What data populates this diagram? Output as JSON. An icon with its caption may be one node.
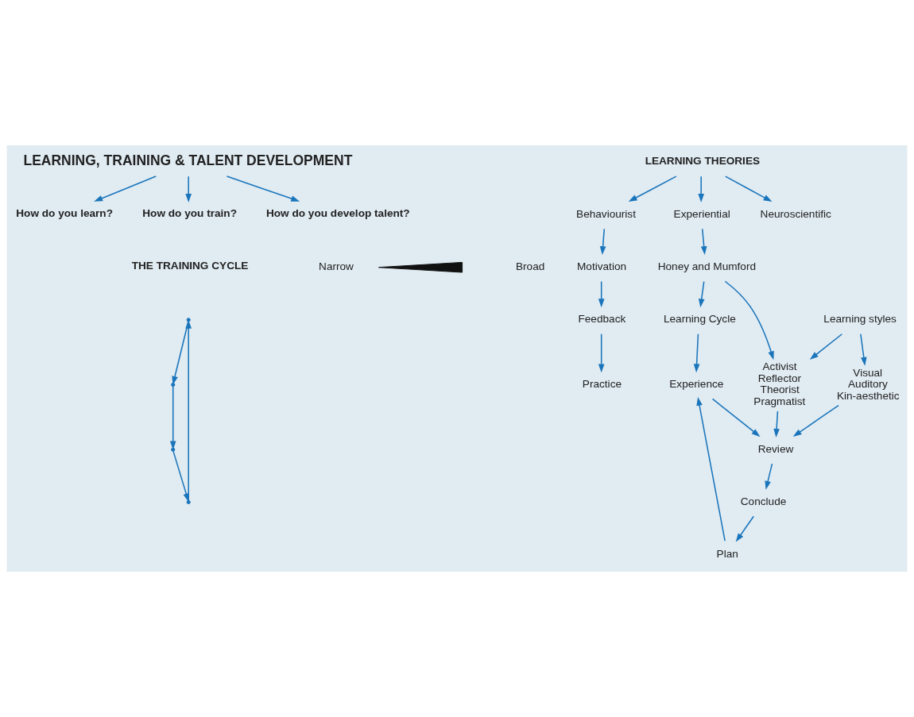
{
  "diagram": {
    "nodes": [
      {
        "text": [
          "LEARNING, TRAINING & TALENT DEVELOPMENT"
        ]
      },
      {
        "text": [
          "How do you learn?"
        ]
      },
      {
        "text": [
          "How do you train?"
        ]
      },
      {
        "text": [
          "How do you develop talent?"
        ]
      },
      {
        "text": [
          "THE TRAINING CYCLE"
        ]
      },
      {
        "text": [
          "LEARNING THEORIES"
        ]
      },
      {
        "text": [
          "Behaviourist"
        ]
      },
      {
        "text": [
          "Experiential"
        ]
      },
      {
        "text": [
          "Neuroscientific"
        ]
      },
      {
        "text": [
          "Motivation"
        ]
      },
      {
        "text": [
          "Feedback"
        ]
      },
      {
        "text": [
          "Practice"
        ]
      },
      {
        "text": [
          "Honey and Mumford"
        ]
      },
      {
        "text": [
          "Learning Cycle"
        ]
      },
      {
        "text": [
          "Learning styles"
        ]
      },
      {
        "text": [
          "Activist",
          "Reflector",
          "Theorist",
          "Pragmatist"
        ]
      },
      {
        "text": [
          "Visual",
          "Auditory",
          "Kin-aesthetic"
        ]
      },
      {
        "text": [
          "Experience"
        ]
      },
      {
        "text": [
          "Review"
        ]
      },
      {
        "text": [
          "Conclude"
        ]
      },
      {
        "text": [
          "Plan"
        ]
      },
      {
        "text": [],
        "shape": "point"
      },
      {
        "text": [],
        "shape": "point"
      },
      {
        "text": [],
        "shape": "point"
      },
      {
        "text": [],
        "shape": "point"
      }
    ],
    "edges": [
      {
        "from": 0,
        "to": 1,
        "arrow": "to"
      },
      {
        "from": 0,
        "to": 2,
        "arrow": "to"
      },
      {
        "from": 0,
        "to": 3,
        "arrow": "to"
      },
      {
        "from": 21,
        "to": 22,
        "arrow": "to"
      },
      {
        "from": 22,
        "to": 23,
        "arrow": "to"
      },
      {
        "from": 23,
        "to": 24,
        "arrow": "to"
      },
      {
        "from": 24,
        "to": 21,
        "arrow": "to"
      },
      {
        "from": 5,
        "to": 6,
        "arrow": "to"
      },
      {
        "from": 5,
        "to": 7,
        "arrow": "to"
      },
      {
        "from": 5,
        "to": 8,
        "arrow": "to"
      },
      {
        "from": 6,
        "to": 9,
        "arrow": "to"
      },
      {
        "from": 9,
        "to": 10,
        "arrow": "to"
      },
      {
        "from": 10,
        "to": 11,
        "arrow": "to"
      },
      {
        "from": 7,
        "to": 12,
        "arrow": "to"
      },
      {
        "from": 12,
        "to": 13,
        "arrow": "to"
      },
      {
        "from": 12,
        "to": 15,
        "arrow": "to"
      },
      {
        "from": 14,
        "to": 15,
        "arrow": "to"
      },
      {
        "from": 14,
        "to": 16,
        "arrow": "to"
      },
      {
        "from": 13,
        "to": 17,
        "arrow": "to"
      },
      {
        "from": 15,
        "to": 18,
        "arrow": "to"
      },
      {
        "from": 16,
        "to": 18,
        "arrow": "to"
      },
      {
        "from": 17,
        "to": 18,
        "arrow": "to"
      },
      {
        "from": 18,
        "to": 19,
        "arrow": "to"
      },
      {
        "from": 19,
        "to": 20,
        "arrow": "to"
      },
      {
        "from": 20,
        "to": 17,
        "arrow": "to"
      }
    ],
    "labels": [
      "Narrow",
      "Broad"
    ]
  }
}
